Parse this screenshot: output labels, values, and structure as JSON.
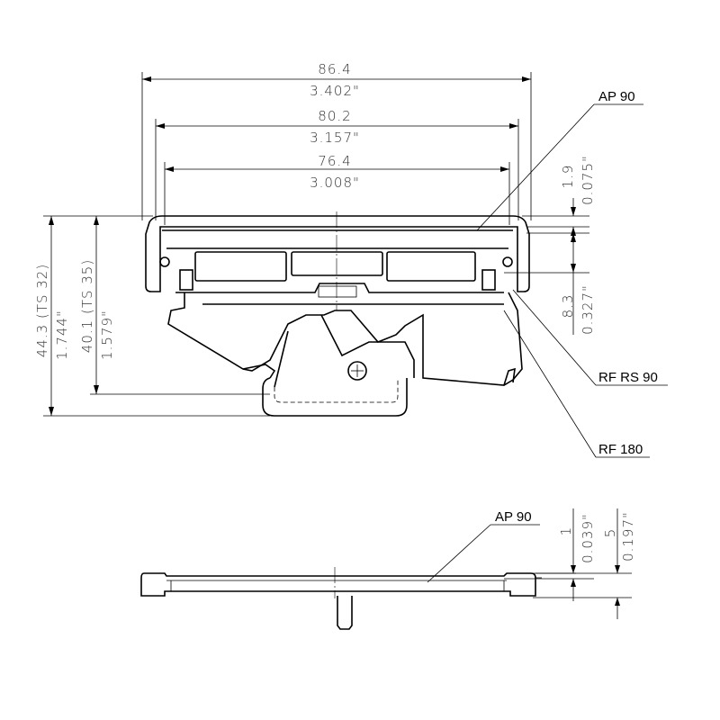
{
  "top_view": {
    "width_overall": {
      "mm": "86.4",
      "in": "3.402\""
    },
    "width_mid": {
      "mm": "80.2",
      "in": "3.157\""
    },
    "width_inner": {
      "mm": "76.4",
      "in": "3.008\""
    },
    "cover_thickness": {
      "mm": "1.9",
      "in": "0.075\""
    },
    "rail_offset": {
      "mm": "8.3",
      "in": "0.327\""
    },
    "height_ts32": {
      "mm": "44.3 (TS 32)",
      "in": "1.744\""
    },
    "height_ts35": {
      "mm": "40.1 (TS 35)",
      "in": "1.579\""
    },
    "labels": {
      "ap": "AP 90",
      "rf_rs": "RF RS 90",
      "rf": "RF 180"
    }
  },
  "bottom_view": {
    "label": "AP 90",
    "dim_small": {
      "mm": "1",
      "in": "0.039\""
    },
    "dim_large": {
      "mm": "5",
      "in": "0.197\""
    }
  }
}
